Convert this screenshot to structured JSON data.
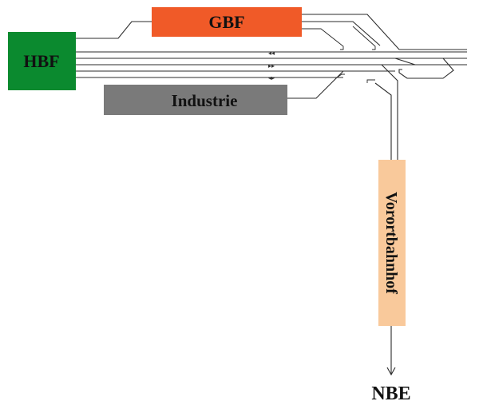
{
  "blocks": {
    "hbf": {
      "label": "HBF",
      "color": "#0b8a2f"
    },
    "gbf": {
      "label": "GBF",
      "color": "#f05a28"
    },
    "industrie": {
      "label": "Industrie",
      "color": "#7a7a7a"
    },
    "vorortbahnhof": {
      "label": "Vorortbahnhof",
      "color": "#f9c99b"
    }
  },
  "destination": {
    "label": "NBE"
  }
}
